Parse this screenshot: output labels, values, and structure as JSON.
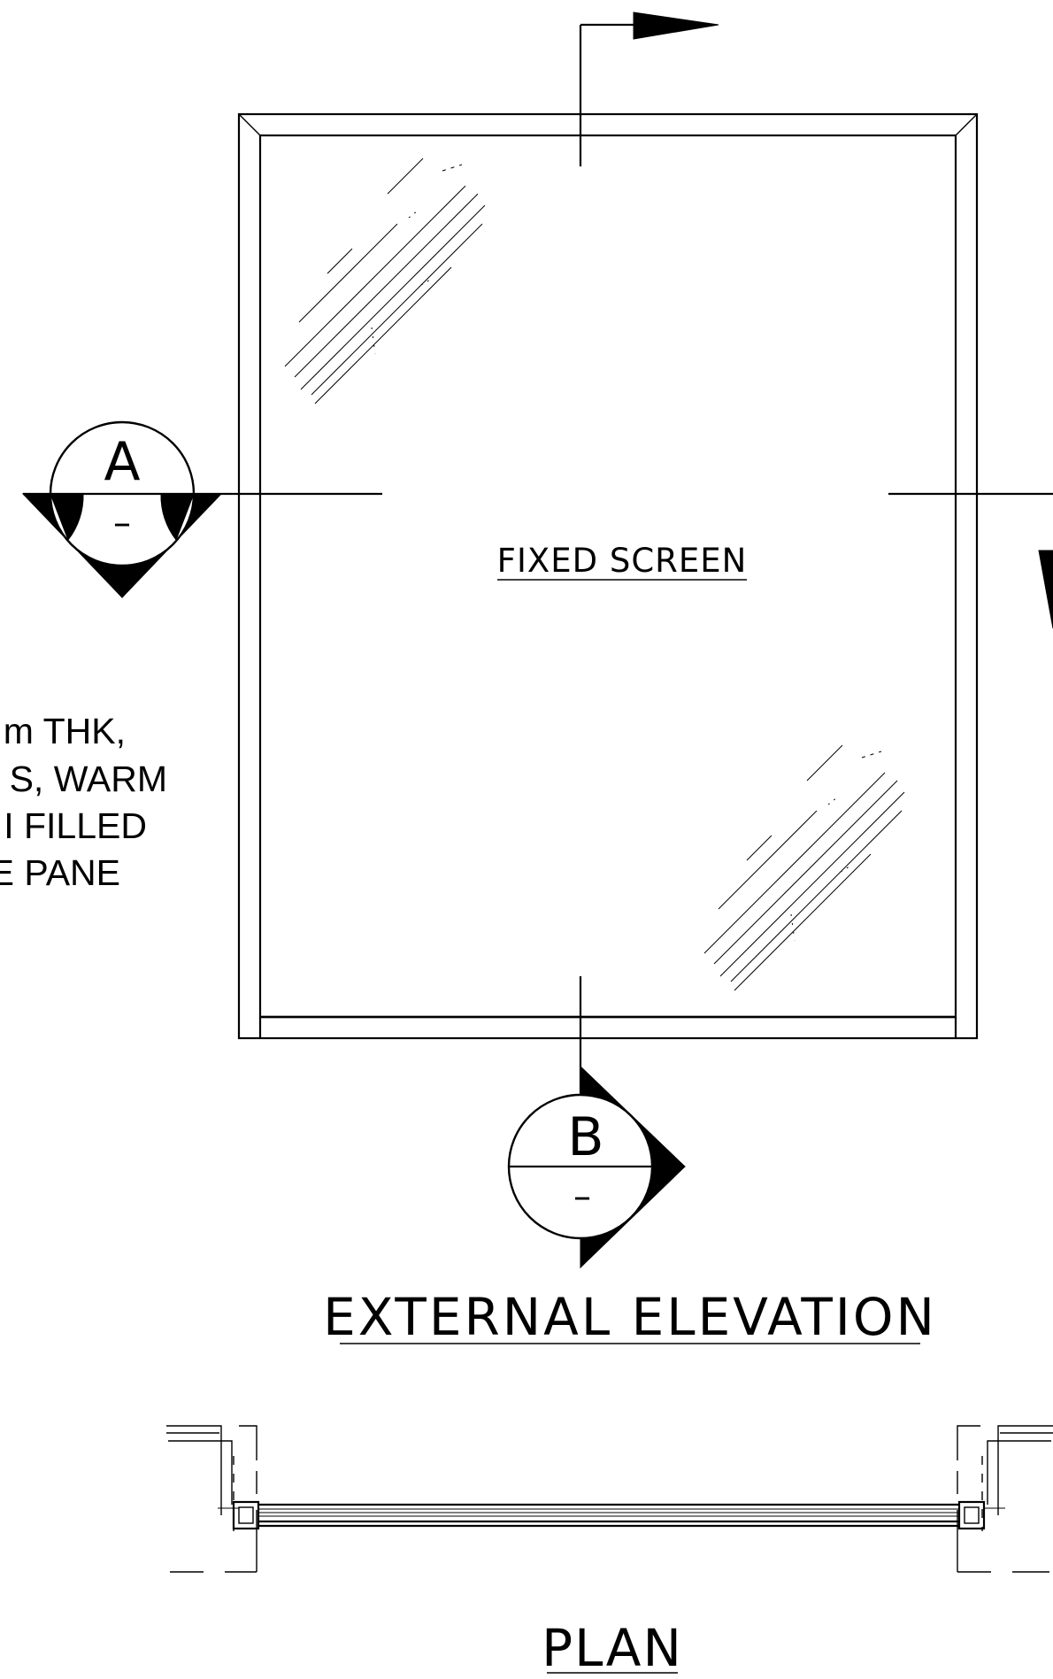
{
  "elevation": {
    "label": "FIXED SCREEN"
  },
  "section_a": {
    "letter": "A",
    "sheet": "–"
  },
  "section_b": {
    "letter": "B",
    "sheet": "–"
  },
  "note": {
    "lines": [
      "m THK,",
      "S, WARM",
      "I FILLED",
      "E PANE"
    ]
  },
  "titles": {
    "elevation": "EXTERNAL ELEVATION",
    "plan": "PLAN"
  }
}
